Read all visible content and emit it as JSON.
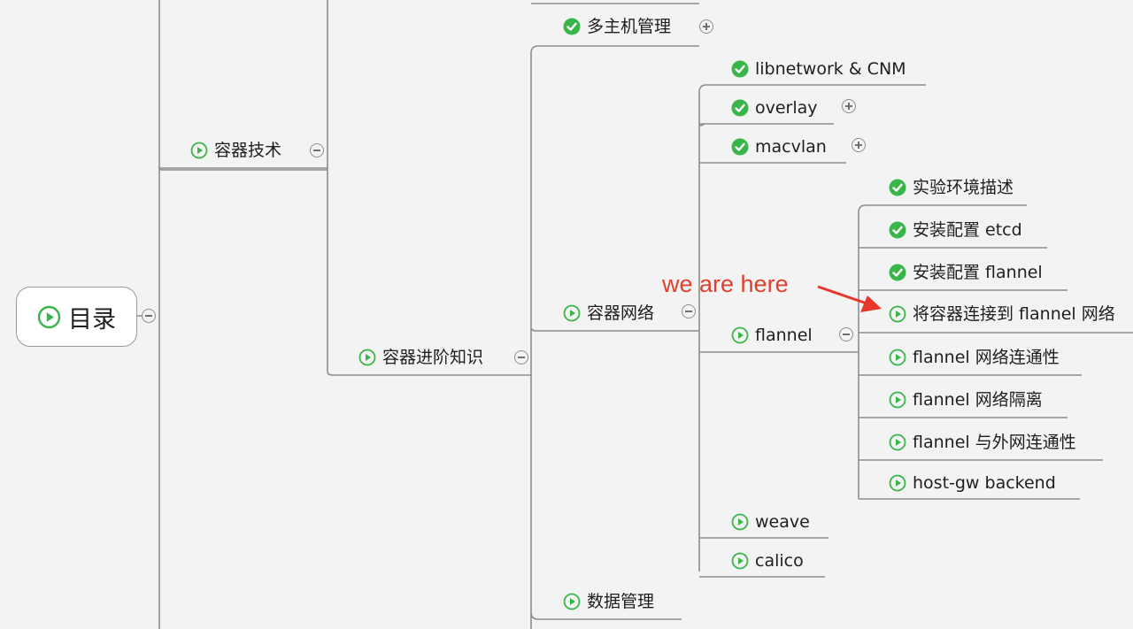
{
  "root": {
    "label": "目录"
  },
  "branches": {
    "container_tech": "容器技术",
    "advanced": "容器进阶知识",
    "multi_host": "多主机管理",
    "network": "容器网络",
    "data_mgmt": "数据管理"
  },
  "network_items": {
    "libnetwork": "libnetwork & CNM",
    "overlay": "overlay",
    "macvlan": "macvlan",
    "flannel": "flannel",
    "weave": "weave",
    "calico": "calico"
  },
  "flannel_items": [
    "实验环境描述",
    "安装配置 etcd",
    "安装配置 flannel",
    "将容器连接到 flannel 网络",
    "flannel 网络连通性",
    "flannel 网络隔离",
    "flannel 与外网连通性",
    "host-gw backend"
  ],
  "annotation": {
    "text": "we are here"
  },
  "colors": {
    "done": "#39b54a",
    "pending": "#39b54a",
    "arrow": "#e8362a",
    "line": "#8d8d8d"
  }
}
